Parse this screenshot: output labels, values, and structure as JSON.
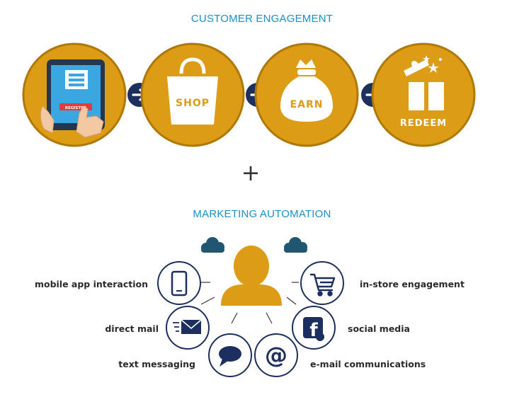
{
  "customer_engagement": {
    "title": "CUSTOMER ENGAGEMENT",
    "steps": [
      {
        "label": "",
        "icon": "tablet-register-icon",
        "badge": "REGISTER"
      },
      {
        "label": "SHOP",
        "icon": "shopping-bag-icon"
      },
      {
        "label": "EARN",
        "icon": "money-bag-icon"
      },
      {
        "label": "REDEEM",
        "icon": "gift-box-icon"
      }
    ],
    "arrow_icon": "arrow-right-icon",
    "colors": {
      "gold": "#dd9c15",
      "gold_dark": "#b07808",
      "navy": "#1d2f5e"
    }
  },
  "plus_sign": "+",
  "marketing_automation": {
    "title": "MARKETING AUTOMATION",
    "center_icon": "user-icon",
    "channels": [
      {
        "label": "mobile app interaction",
        "icon": "smartphone-icon"
      },
      {
        "label": "direct mail",
        "icon": "envelope-icon"
      },
      {
        "label": "text messaging",
        "icon": "speech-bubble-icon"
      },
      {
        "label": "e-mail communications",
        "icon": "at-sign-icon"
      },
      {
        "label": "social media",
        "icon": "facebook-icon"
      },
      {
        "label": "in-store engagement",
        "icon": "shopping-cart-icon"
      }
    ],
    "colors": {
      "navy": "#1d2f5e",
      "cloud": "#20566f",
      "person": "#dd9c15"
    }
  }
}
